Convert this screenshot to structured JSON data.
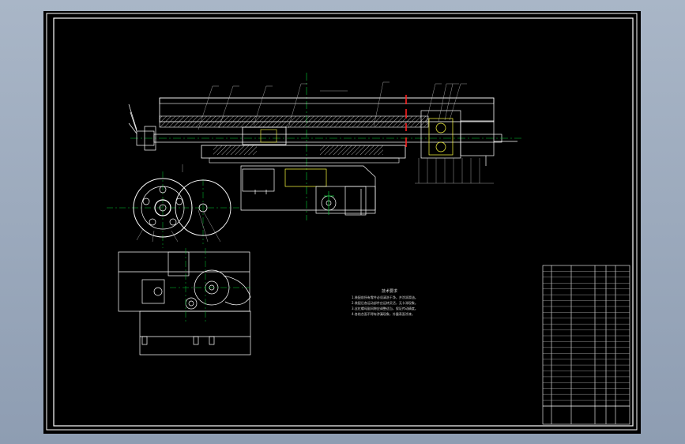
{
  "colors": {
    "background": "#000000",
    "frame": "#ffffff",
    "outline": "#ffffff",
    "center_line": "#00cc33",
    "hatch": "#d0d0d0",
    "section": "#ff2020",
    "highlight": "#ffff40",
    "annotation": "#c8c8c8"
  },
  "technical_requirements": {
    "title": "技术要求",
    "lines": [
      "1.装配前所有零件必须清洗干净，并涂润滑油。",
      "2.装配后各运动部件应运转灵活，无卡滞现象。",
      "3.丝杠螺母副间隙应调整适当，保证传动精度。",
      "4.各结合面不得有渗漏现象，外露表面涂漆。"
    ]
  },
  "parts_list": {
    "row_count": 24
  }
}
